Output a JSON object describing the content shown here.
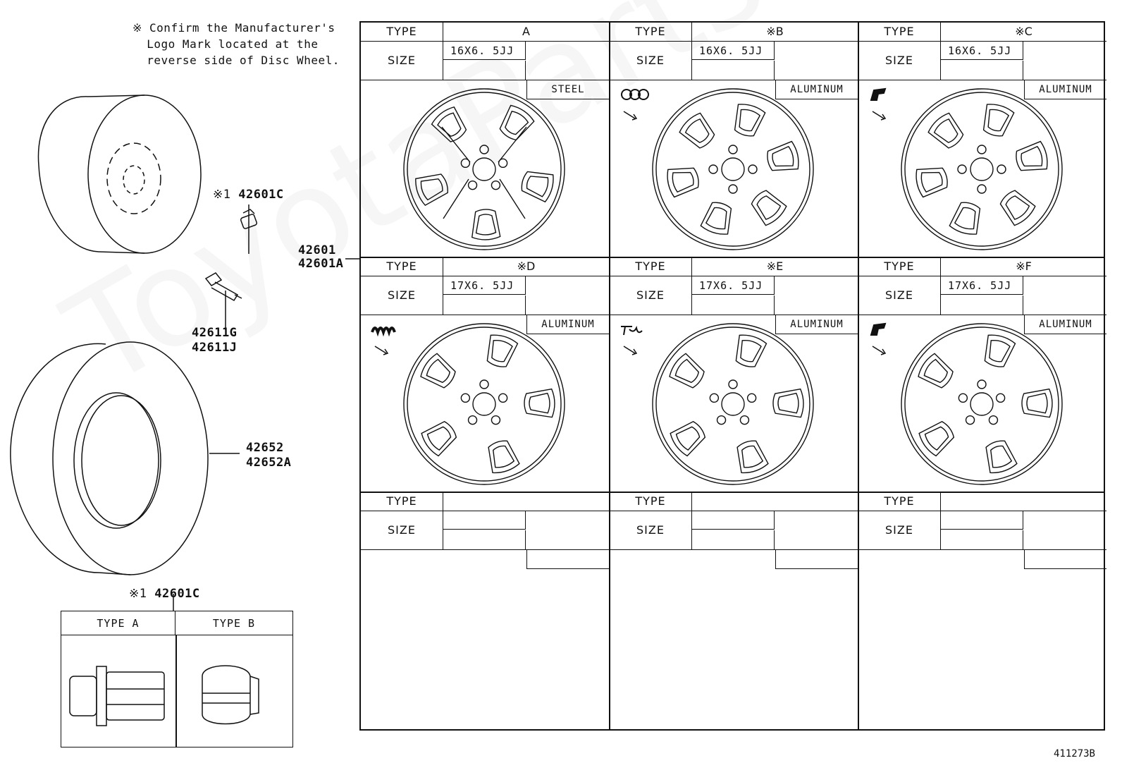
{
  "note": "※ Confirm the Manufacturer's\n  Logo Mark located at the\n  reverse side of Disc Wheel.",
  "diagram_id": "411273B",
  "watermark": "ToyotaPartsDeal",
  "callouts": {
    "nut_top": {
      "mark": "※1",
      "part": "42601C"
    },
    "wheel": [
      "42601",
      "42601A"
    ],
    "valve": [
      "42611G",
      "42611J"
    ],
    "tire": [
      "42652",
      "42652A"
    ],
    "nut_bottom": {
      "mark": "※1",
      "part": "42601C"
    }
  },
  "nut_types": [
    "TYPE  A",
    "TYPE  B"
  ],
  "labels": {
    "type": "TYPE",
    "size": "SIZE"
  },
  "wheels": [
    {
      "type": "A",
      "size": "16X6. 5JJ",
      "material": "STEEL",
      "style": "steel-5-spoke"
    },
    {
      "type": "※B",
      "size": "16X6. 5JJ",
      "material": "ALUMINUM",
      "style": "alloy-6-spoke",
      "logo": "ring-logo-icon"
    },
    {
      "type": "※C",
      "size": "16X6. 5JJ",
      "material": "ALUMINUM",
      "style": "alloy-6-spoke",
      "logo": "block-logo-icon"
    },
    {
      "type": "※D",
      "size": "17X6. 5JJ",
      "material": "ALUMINUM",
      "style": "alloy-5-spoke",
      "logo": "script-logo-icon"
    },
    {
      "type": "※E",
      "size": "17X6. 5JJ",
      "material": "ALUMINUM",
      "style": "alloy-5-spoke",
      "logo": "signature-logo-icon"
    },
    {
      "type": "※F",
      "size": "17X6. 5JJ",
      "material": "ALUMINUM",
      "style": "alloy-5-spoke",
      "logo": "block-logo-icon"
    }
  ]
}
